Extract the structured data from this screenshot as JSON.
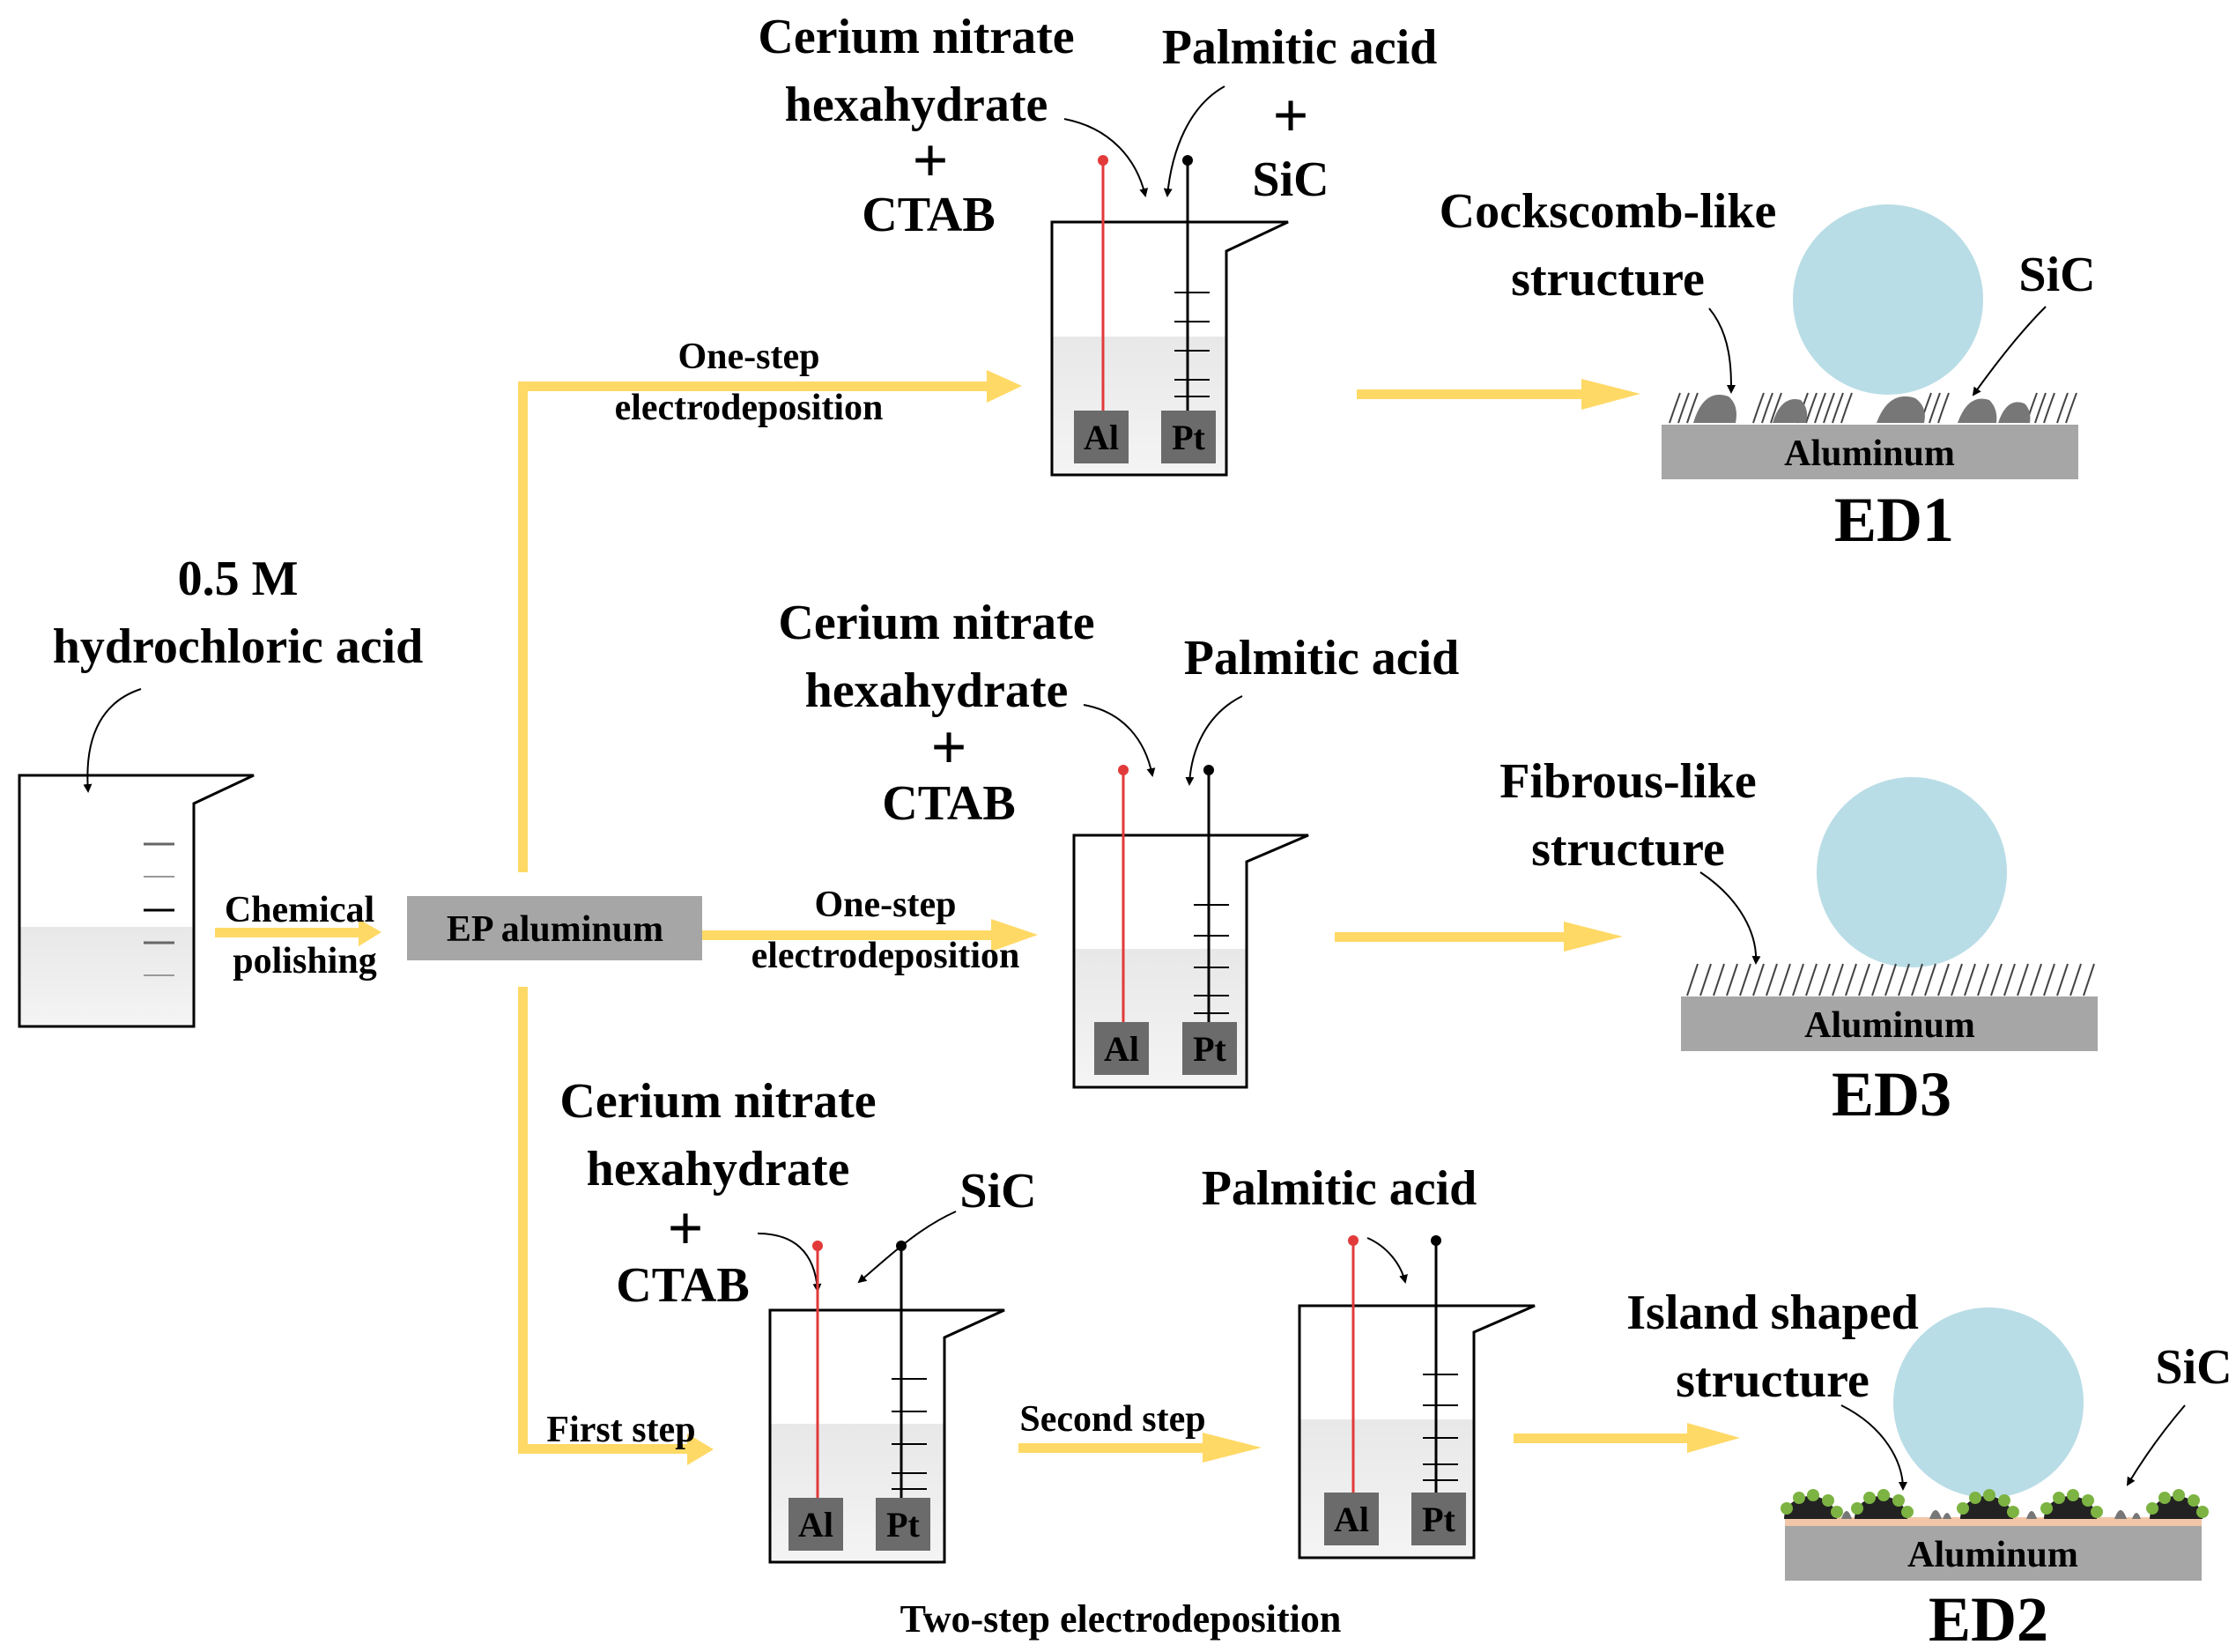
{
  "diagram": {
    "left": {
      "acid_line1": "0.5 M",
      "acid_line2": "hydrochloric acid",
      "polish_line1": "Chemical",
      "polish_line2": "polishing",
      "ep_box": "EP aluminum"
    },
    "top": {
      "reagent1_line1": "Cerium nitrate",
      "reagent1_line2": "hexahydrate",
      "reagent1_plus": "+",
      "reagent1_line3": "CTAB",
      "reagent2": "Palmitic acid",
      "reagent3_plus": "+",
      "reagent3": "SiC",
      "step_line1": "One-step",
      "step_line2": "electrodeposition",
      "electrode_left": "Al",
      "electrode_right": "Pt",
      "structure_line1": "Cockscomb-like",
      "structure_line2": "structure",
      "particle_label": "SiC",
      "substrate": "Aluminum",
      "sample": "ED1"
    },
    "middle": {
      "reagent1_line1": "Cerium nitrate",
      "reagent1_line2": "hexahydrate",
      "reagent1_plus": "+",
      "reagent1_line3": "CTAB",
      "reagent2": "Palmitic acid",
      "step_line1": "One-step",
      "step_line2": "electrodeposition",
      "electrode_left": "Al",
      "electrode_right": "Pt",
      "structure_line1": "Fibrous-like",
      "structure_line2": "structure",
      "substrate": "Aluminum",
      "sample": "ED3"
    },
    "bottom": {
      "reagent1_line1": "Cerium nitrate",
      "reagent1_line2": "hexahydrate",
      "reagent1_plus": "+",
      "reagent1_line3": "CTAB",
      "reagent_sic": "SiC",
      "first_step": "First step",
      "second_step": "Second step",
      "reagent2": "Palmitic acid",
      "electrode_left": "Al",
      "electrode_right": "Pt",
      "electrode_left_2": "Al",
      "electrode_right_2": "Pt",
      "structure_line1": "Island shaped",
      "structure_line2": "structure",
      "particle_label": "SiC",
      "substrate": "Aluminum",
      "sample": "ED2",
      "caption": "Two-step electrodeposition"
    },
    "colors": {
      "arrow": "#ffd966",
      "electrode_red": "#e23a3a",
      "solution": "#efefef",
      "electrode_box": "#6b6b6b",
      "substrate": "#a6a6a6",
      "sphere": "#b9dde6",
      "deposit_dark": "#777777",
      "island_green": "#7cb342",
      "island_core": "#222222",
      "island_base": "#f2c6a8"
    }
  }
}
